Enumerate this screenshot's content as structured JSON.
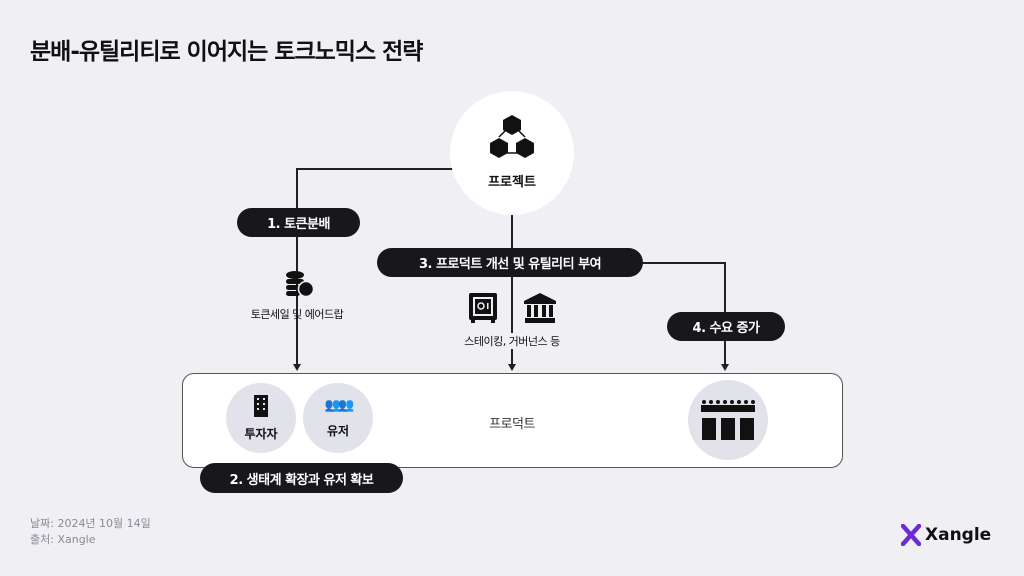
{
  "title": "분배-유틸리티로 이어지는 토크노믹스 전략",
  "project": {
    "label": "프로젝트",
    "icon": "blockchain-cubes-icon"
  },
  "steps": [
    {
      "label": "1. 토큰분배"
    },
    {
      "label": "2. 생태계 확장과 유저 확보"
    },
    {
      "label": "3. 프로덕트 개선 및 유틸리티 부여"
    },
    {
      "label": "4. 수요 증가"
    }
  ],
  "token_sale": {
    "label": "토큰세일 및 에어드랍",
    "icon": "coins-icon"
  },
  "utility": {
    "label": "스테이킹, 거버넌스 등",
    "icons": [
      "safe-icon",
      "bank-icon"
    ]
  },
  "product": {
    "label": "프로덕트",
    "investor": "투자자",
    "user": "유저"
  },
  "footer": {
    "date": "날짜: 2024년 10월 14일",
    "source": "출처: Xangle"
  },
  "logo": {
    "text": "Xangle",
    "color": "#6b2bd9"
  },
  "colors": {
    "background": "#efeff4",
    "pill": "#17171c",
    "circle": "#e2e2ea"
  }
}
